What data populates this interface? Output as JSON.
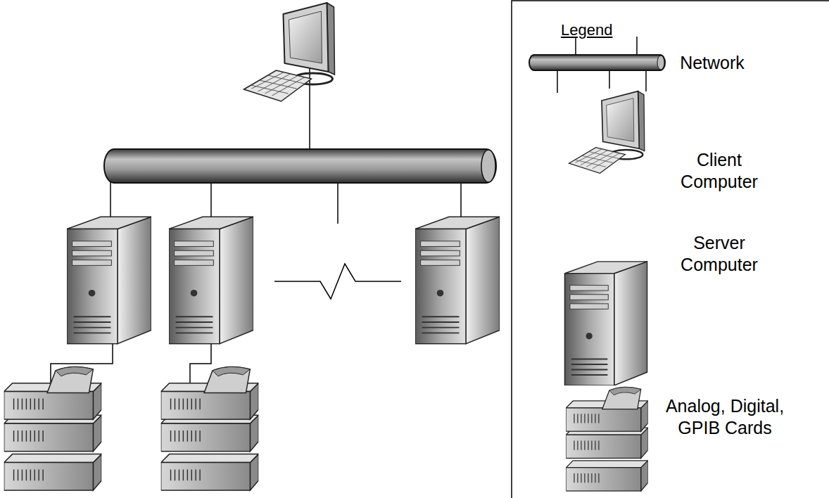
{
  "diagram": {
    "labels": [
      "Legend"
    ],
    "legend": [
      {
        "text": "Network"
      },
      {
        "text": "Client Computer"
      },
      {
        "text": "Server Computer"
      },
      {
        "text": "Analog, Digital, GPIB Cards"
      }
    ]
  }
}
